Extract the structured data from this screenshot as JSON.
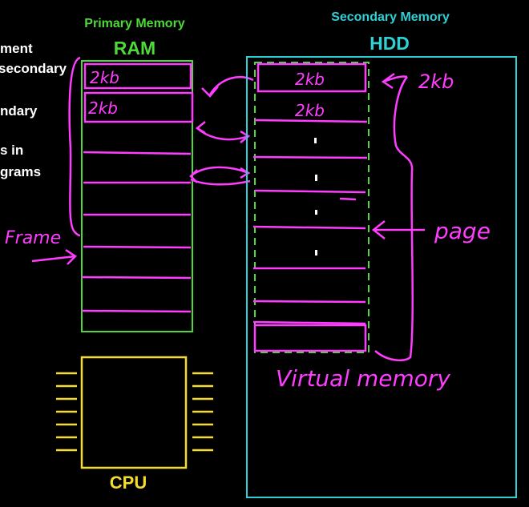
{
  "left_text": [
    "ment",
    "secondary",
    "ndary",
    "s in",
    "grams"
  ],
  "ram": {
    "caption": "Primary Memory",
    "title": "RAM",
    "slot1": "2kb",
    "slot2": "2kb",
    "frame_label": "Frame"
  },
  "hdd": {
    "caption": "Secondary Memory",
    "title": "HDD",
    "slot1": "2kb",
    "slot2": "2kb",
    "size_label": "2kb",
    "page_label": "page",
    "vm_label": "Virtual memory"
  },
  "cpu": {
    "title": "CPU"
  },
  "colors": {
    "ram": "#4fd83a",
    "hdd": "#2ed0d6",
    "cpu": "#f4dc2e",
    "ink": "#ff3dff",
    "text": "#ffffff"
  }
}
